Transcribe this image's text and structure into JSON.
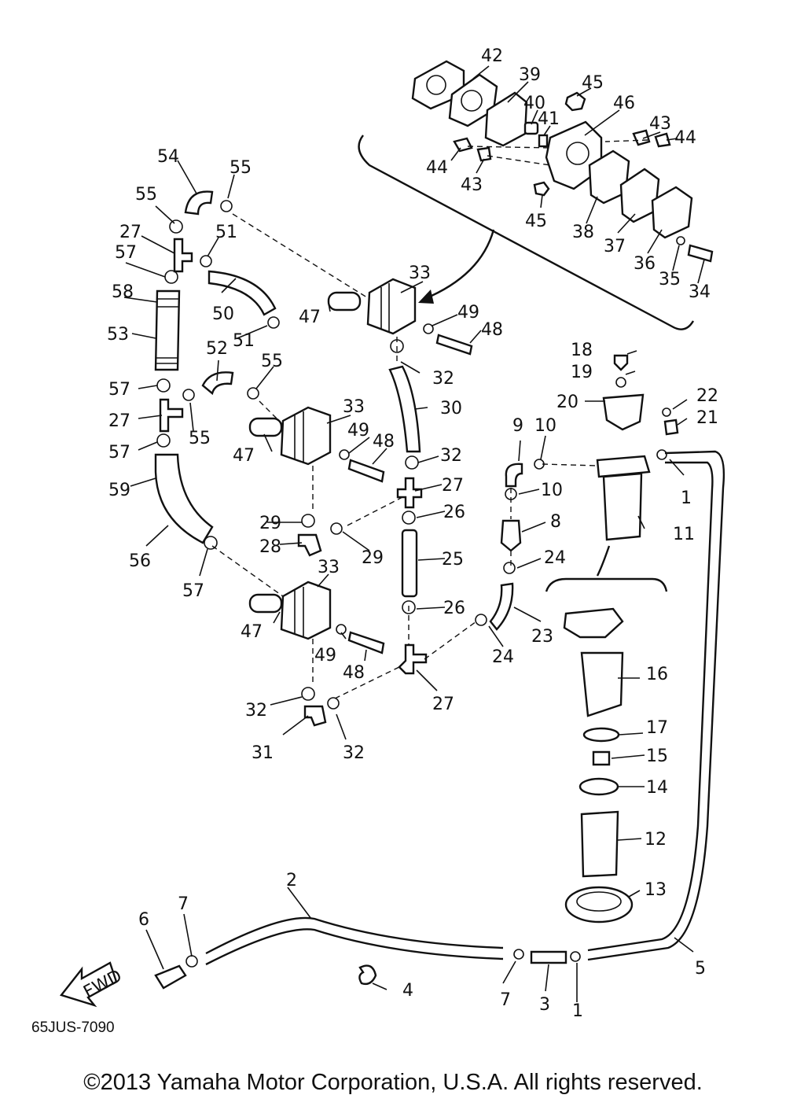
{
  "diagram": {
    "code": "65JUS-7090",
    "copyright": "©2013 Yamaha Motor Corporation, U.S.A. All rights reserved.",
    "fwd_label": "FWD",
    "callouts": {
      "c1a": "1",
      "c1b": "1",
      "c2": "2",
      "c3": "3",
      "c4": "4",
      "c5": "5",
      "c6": "6",
      "c7a": "7",
      "c7b": "7",
      "c8": "8",
      "c9": "9",
      "c10a": "10",
      "c10b": "10",
      "c11": "11",
      "c12": "12",
      "c13": "13",
      "c14": "14",
      "c15": "15",
      "c16": "16",
      "c17": "17",
      "c18": "18",
      "c19": "19",
      "c20": "20",
      "c21": "21",
      "c22": "22",
      "c23": "23",
      "c24a": "24",
      "c24b": "24",
      "c25": "25",
      "c26a": "26",
      "c26b": "26",
      "c27a": "27",
      "c27b": "27",
      "c27c": "27",
      "c27d": "27",
      "c28": "28",
      "c29a": "29",
      "c29b": "29",
      "c30": "30",
      "c31": "31",
      "c32a": "32",
      "c32b": "32",
      "c32c": "32",
      "c32d": "32",
      "c33a": "33",
      "c33b": "33",
      "c33c": "33",
      "c34": "34",
      "c35": "35",
      "c36": "36",
      "c37": "37",
      "c38": "38",
      "c39": "39",
      "c40": "40",
      "c41": "41",
      "c42": "42",
      "c43a": "43",
      "c43b": "43",
      "c44a": "44",
      "c44b": "44",
      "c45a": "45",
      "c45b": "45",
      "c46": "46",
      "c47a": "47",
      "c47b": "47",
      "c47c": "47",
      "c48a": "48",
      "c48b": "48",
      "c48c": "48",
      "c49a": "49",
      "c49b": "49",
      "c49c": "49",
      "c50": "50",
      "c51a": "51",
      "c51b": "51",
      "c52": "52",
      "c53": "53",
      "c54": "54",
      "c55a": "55",
      "c55b": "55",
      "c55c": "55",
      "c55d": "55",
      "c56": "56",
      "c57a": "57",
      "c57b": "57",
      "c57c": "57",
      "c57d": "57",
      "c58": "58",
      "c59": "59"
    }
  }
}
